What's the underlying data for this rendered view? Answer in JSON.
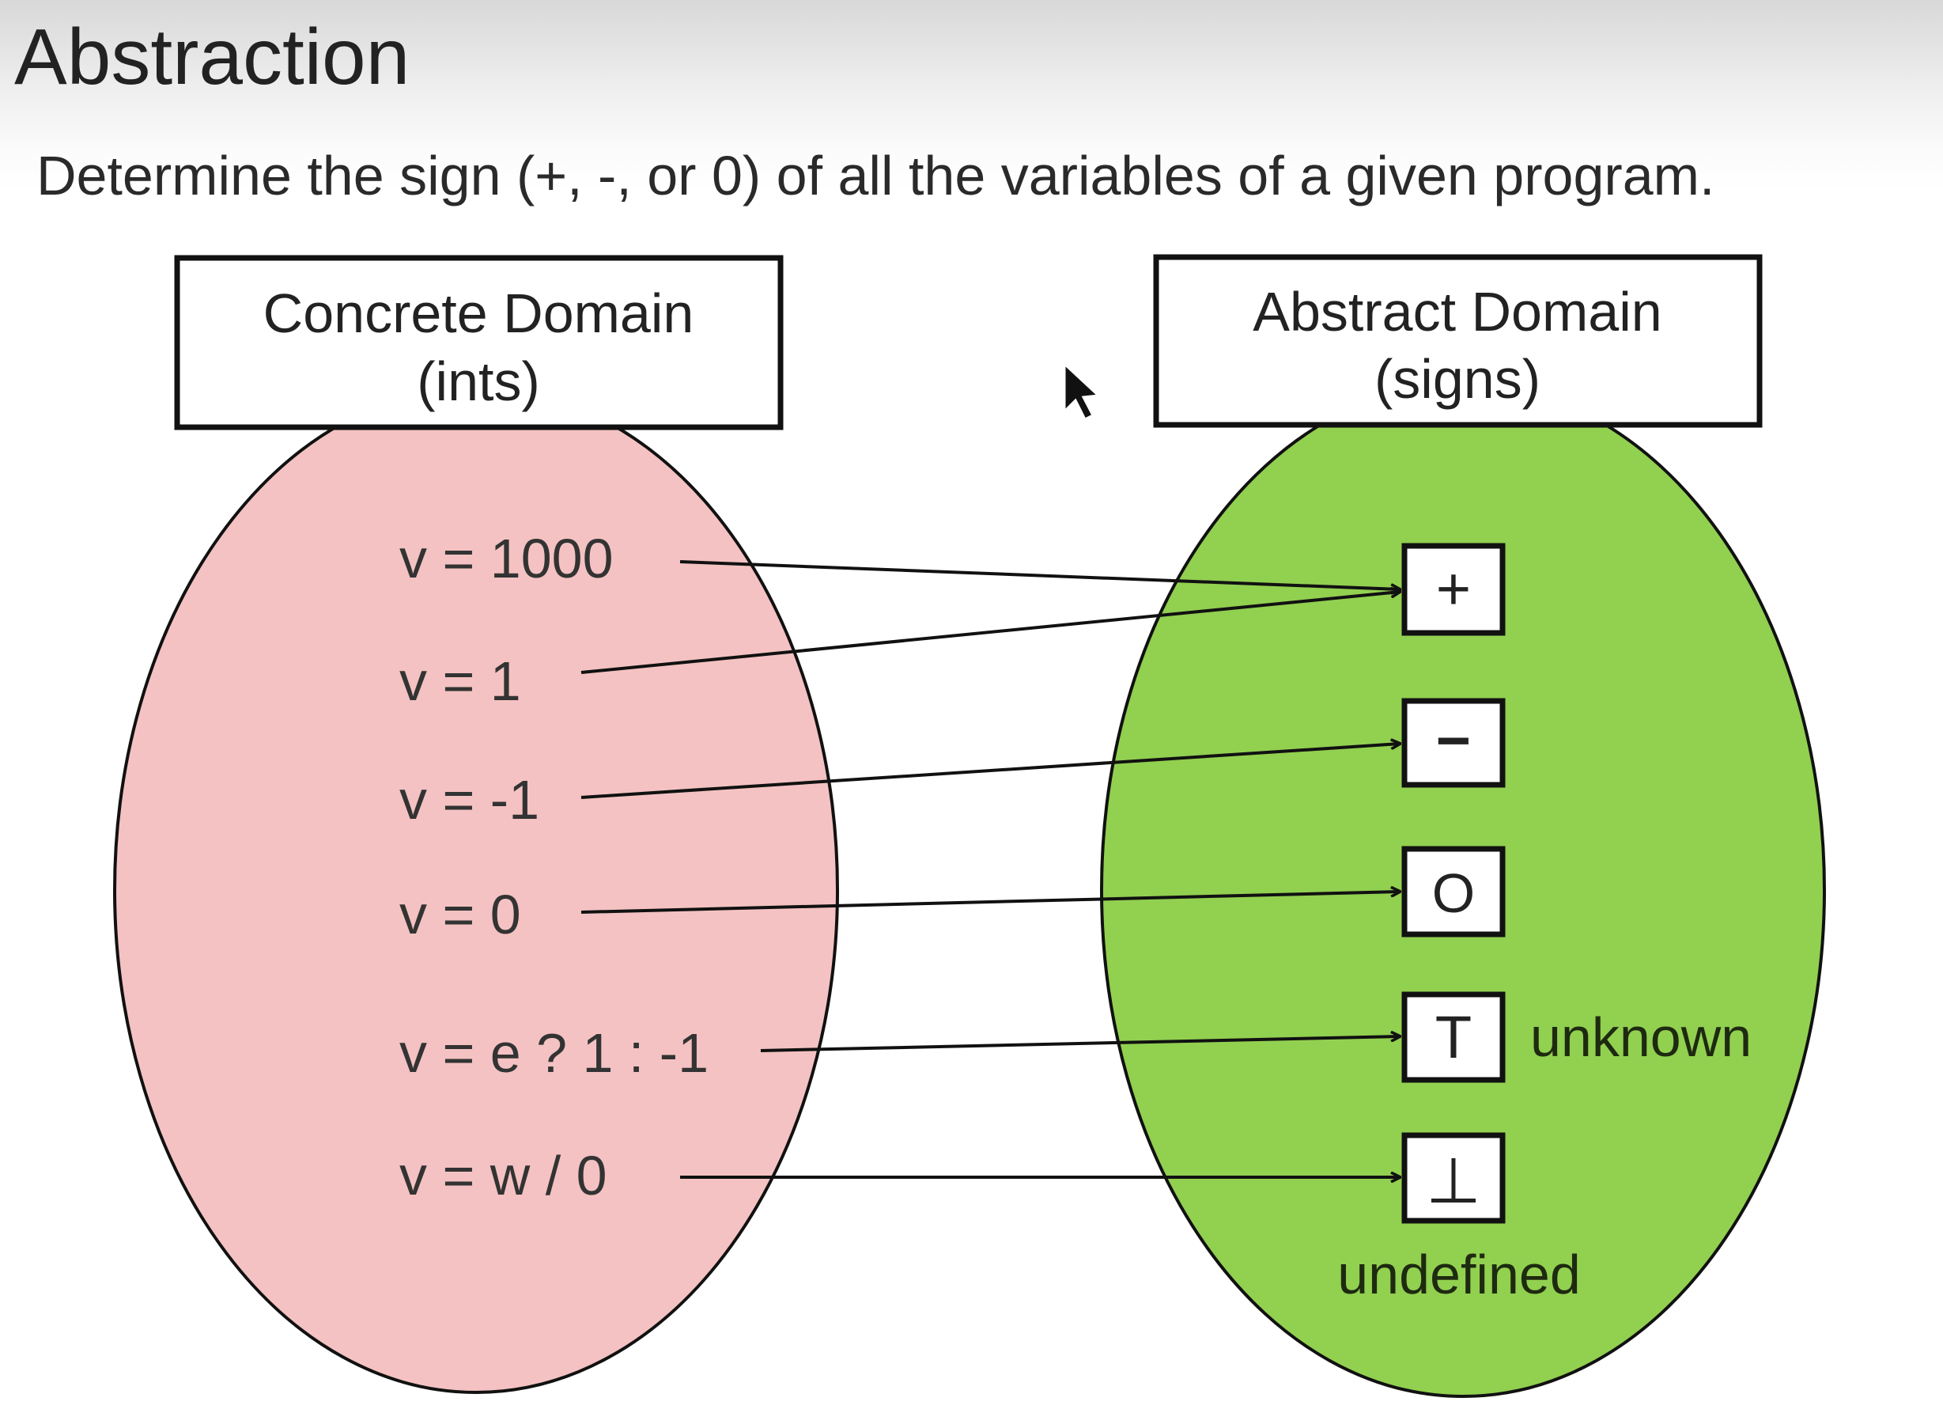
{
  "slide": {
    "title": "Abstraction",
    "subtitle": "Determine the sign (+, -, or 0) of all the variables of a given program."
  },
  "concrete_domain": {
    "title_line1": "Concrete Domain",
    "title_line2": "(ints)",
    "fill_color": "#f4c2c2",
    "items": [
      {
        "label": "v = 1000",
        "maps_to": "plus"
      },
      {
        "label": "v = 1",
        "maps_to": "plus"
      },
      {
        "label": "v = -1",
        "maps_to": "minus"
      },
      {
        "label": "v = 0",
        "maps_to": "zero"
      },
      {
        "label": "v = e ? 1 : -1",
        "maps_to": "top"
      },
      {
        "label": "v = w / 0",
        "maps_to": "bottom"
      }
    ]
  },
  "abstract_domain": {
    "title_line1": "Abstract Domain",
    "title_line2": "(signs)",
    "fill_color": "#92d050",
    "elements": [
      {
        "id": "plus",
        "symbol": "+",
        "icon": "plus-icon"
      },
      {
        "id": "minus",
        "symbol": "−",
        "icon": "minus-icon"
      },
      {
        "id": "zero",
        "symbol": "O",
        "icon": "zero-icon"
      },
      {
        "id": "top",
        "symbol": "T",
        "icon": "top-icon",
        "note": "unknown"
      },
      {
        "id": "bottom",
        "symbol": "⊥",
        "icon": "bottom-icon",
        "note": "undefined"
      }
    ]
  }
}
